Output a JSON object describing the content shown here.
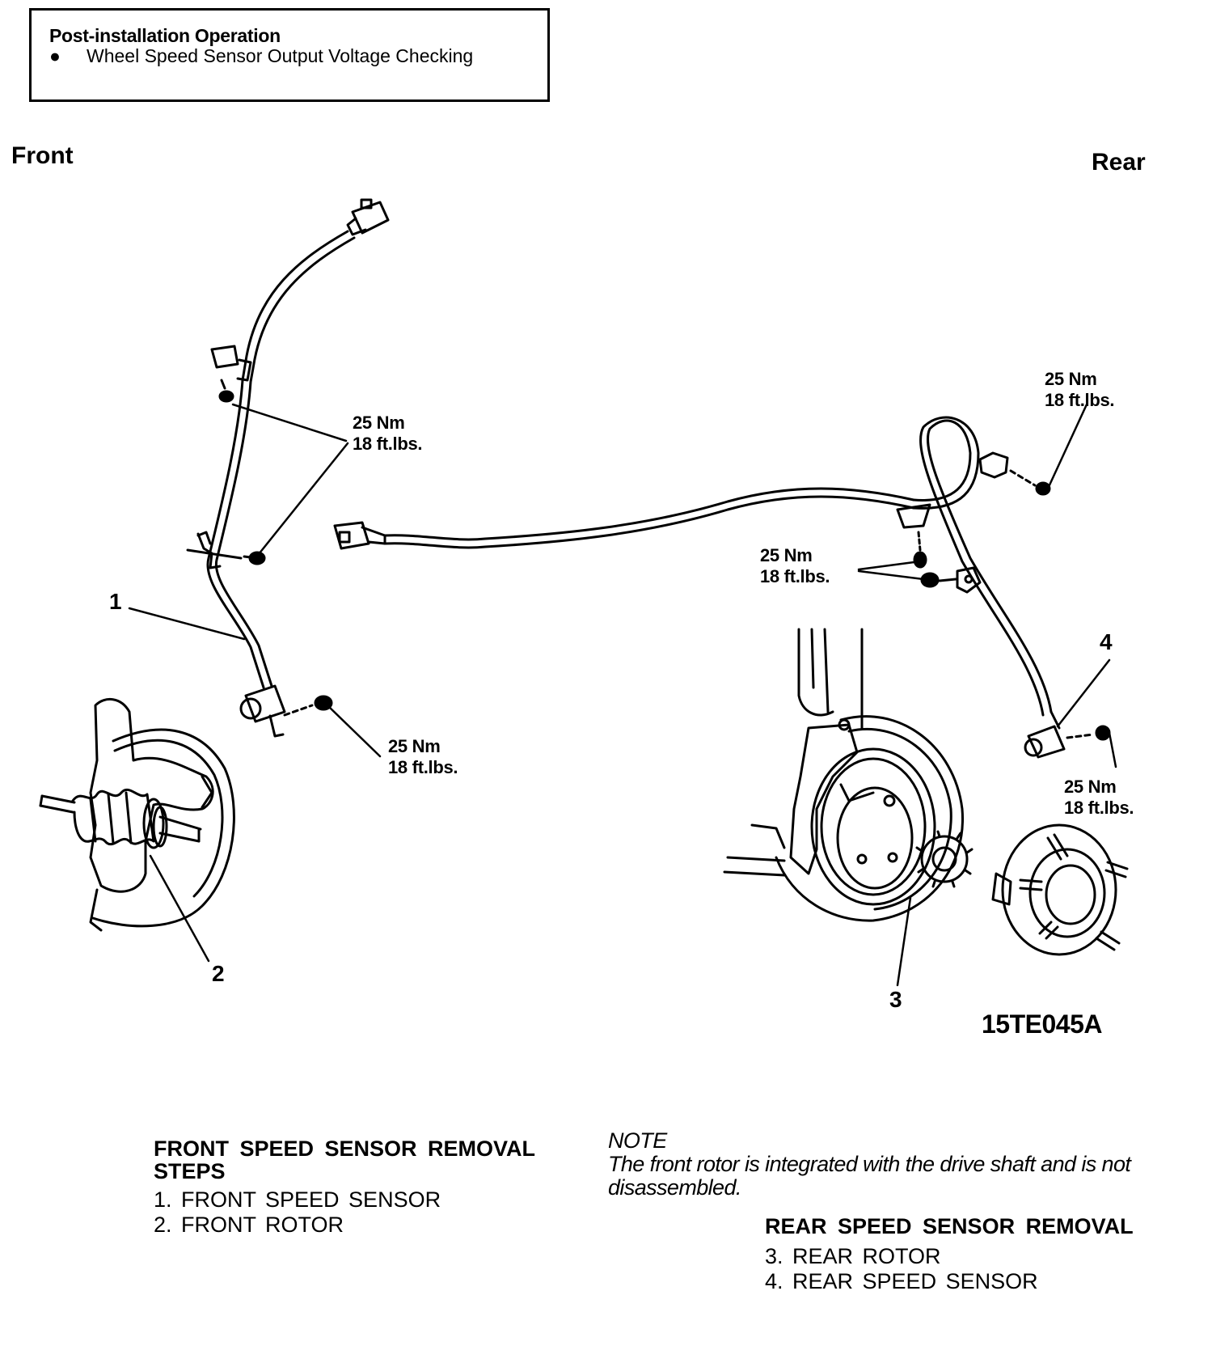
{
  "header_box": {
    "title": "Post-installation Operation",
    "bullet": "●",
    "item": "Wheel Speed Sensor Output Voltage Checking"
  },
  "diagram": {
    "front_label": "Front",
    "rear_label": "Rear",
    "torque_lines": [
      "25 Nm",
      "18 ft.lbs."
    ],
    "callouts": [
      "1",
      "2",
      "3",
      "4"
    ],
    "figure_code": "15TE045A"
  },
  "front_steps": {
    "heading_line1": "FRONT SPEED SENSOR REMOVAL",
    "heading_line2": "STEPS",
    "items": [
      "1. FRONT SPEED SENSOR",
      "2. FRONT ROTOR"
    ]
  },
  "note": {
    "title": "NOTE",
    "text": "The front rotor is integrated with the drive shaft and is not disassembled."
  },
  "rear_steps": {
    "heading": "REAR SPEED SENSOR REMOVAL",
    "items": [
      "3. REAR ROTOR",
      "4. REAR SPEED SENSOR"
    ]
  }
}
